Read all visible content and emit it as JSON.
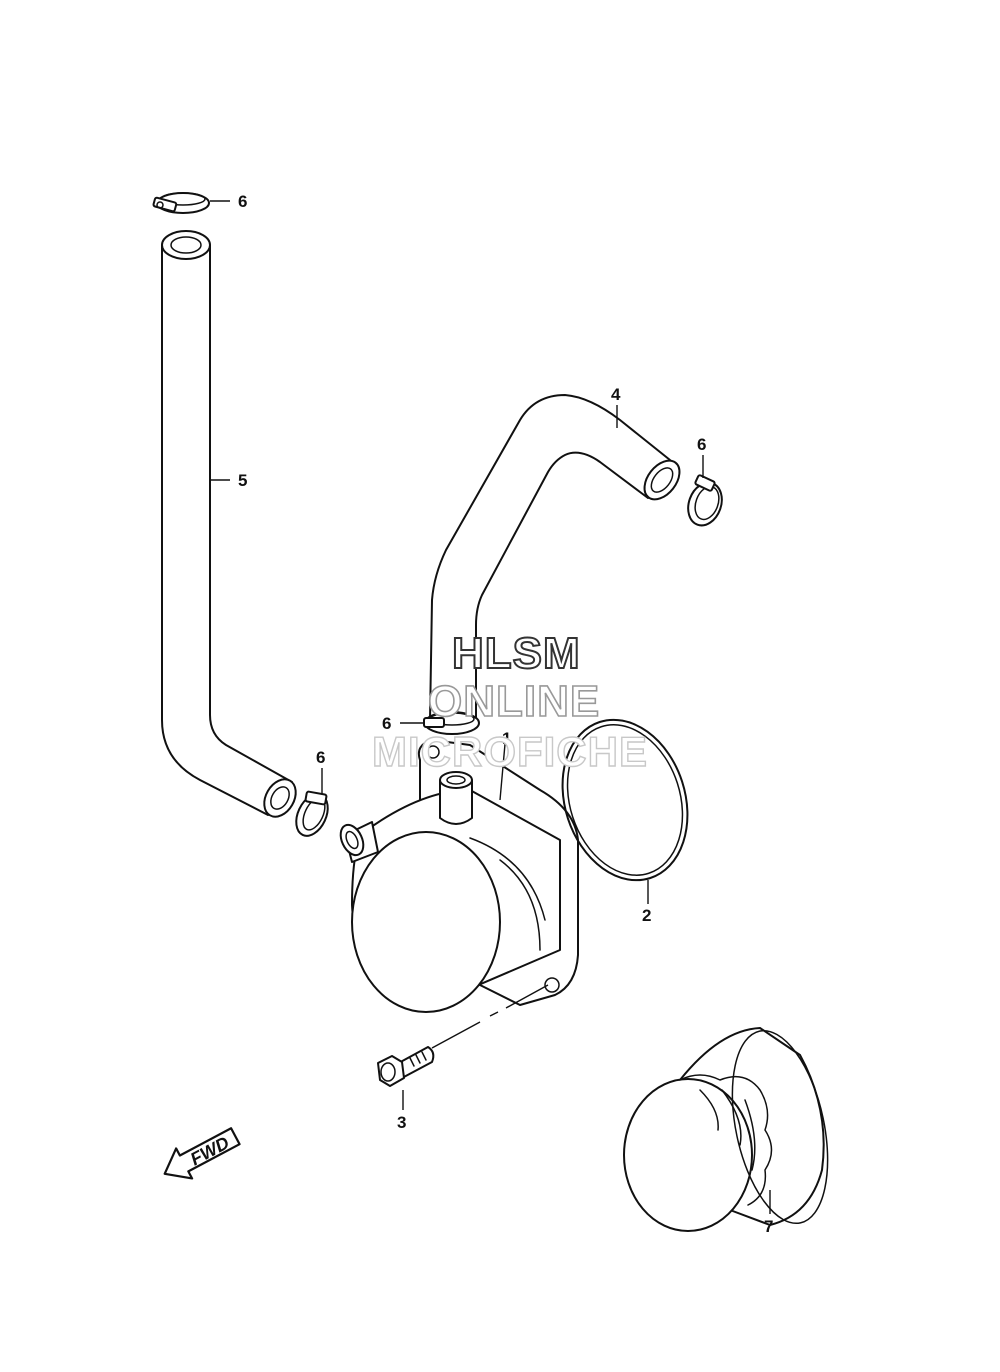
{
  "callouts": {
    "oil_cooler": "1",
    "o_ring": "2",
    "bolt": "3",
    "hose_upper": "4",
    "hose_long": "5",
    "clamp": "6",
    "oil_filter": "7"
  },
  "watermark": {
    "line1": "HLSM",
    "line2": "ONLINE",
    "line3": "MICROFICHE"
  },
  "direction_arrow": {
    "label": "FWD",
    "icon": "fwd-arrow-icon"
  }
}
